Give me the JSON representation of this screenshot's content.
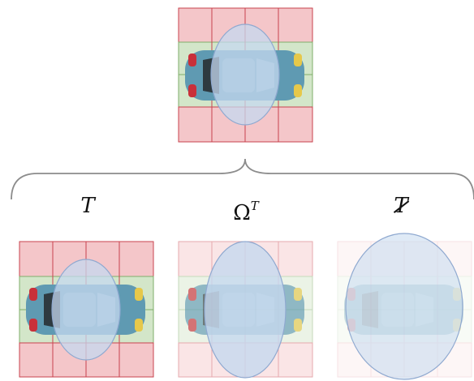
{
  "labels": {
    "t": "T",
    "omega_base": "Ω",
    "omega_sup": "T",
    "t_not": "T"
  },
  "colors": {
    "red_cell": "#f4c6c9",
    "red_stroke": "#c9434e",
    "green_cell": "#d3e6c9",
    "green_stroke": "#7fae6a",
    "ellipse_fill": "#c5d8ef",
    "ellipse_stroke": "#8fa9d0",
    "brace": "#8c8c8c",
    "car_body": "#5f9ab2",
    "car_window": "#2e3a40"
  },
  "panels": [
    {
      "name": "source",
      "opacity_grid": 1.0,
      "opacity_car": 1.0,
      "ellipse_opacity": 0.75
    },
    {
      "name": "panel-t",
      "opacity_grid": 1.0,
      "opacity_car": 1.0,
      "ellipse_opacity": 0.75
    },
    {
      "name": "panel-omega",
      "opacity_grid": 0.45,
      "opacity_car": 0.65,
      "ellipse_opacity": 0.8
    },
    {
      "name": "panel-t-not",
      "opacity_grid": 0.15,
      "opacity_car": 0.3,
      "ellipse_opacity": 0.55
    }
  ]
}
